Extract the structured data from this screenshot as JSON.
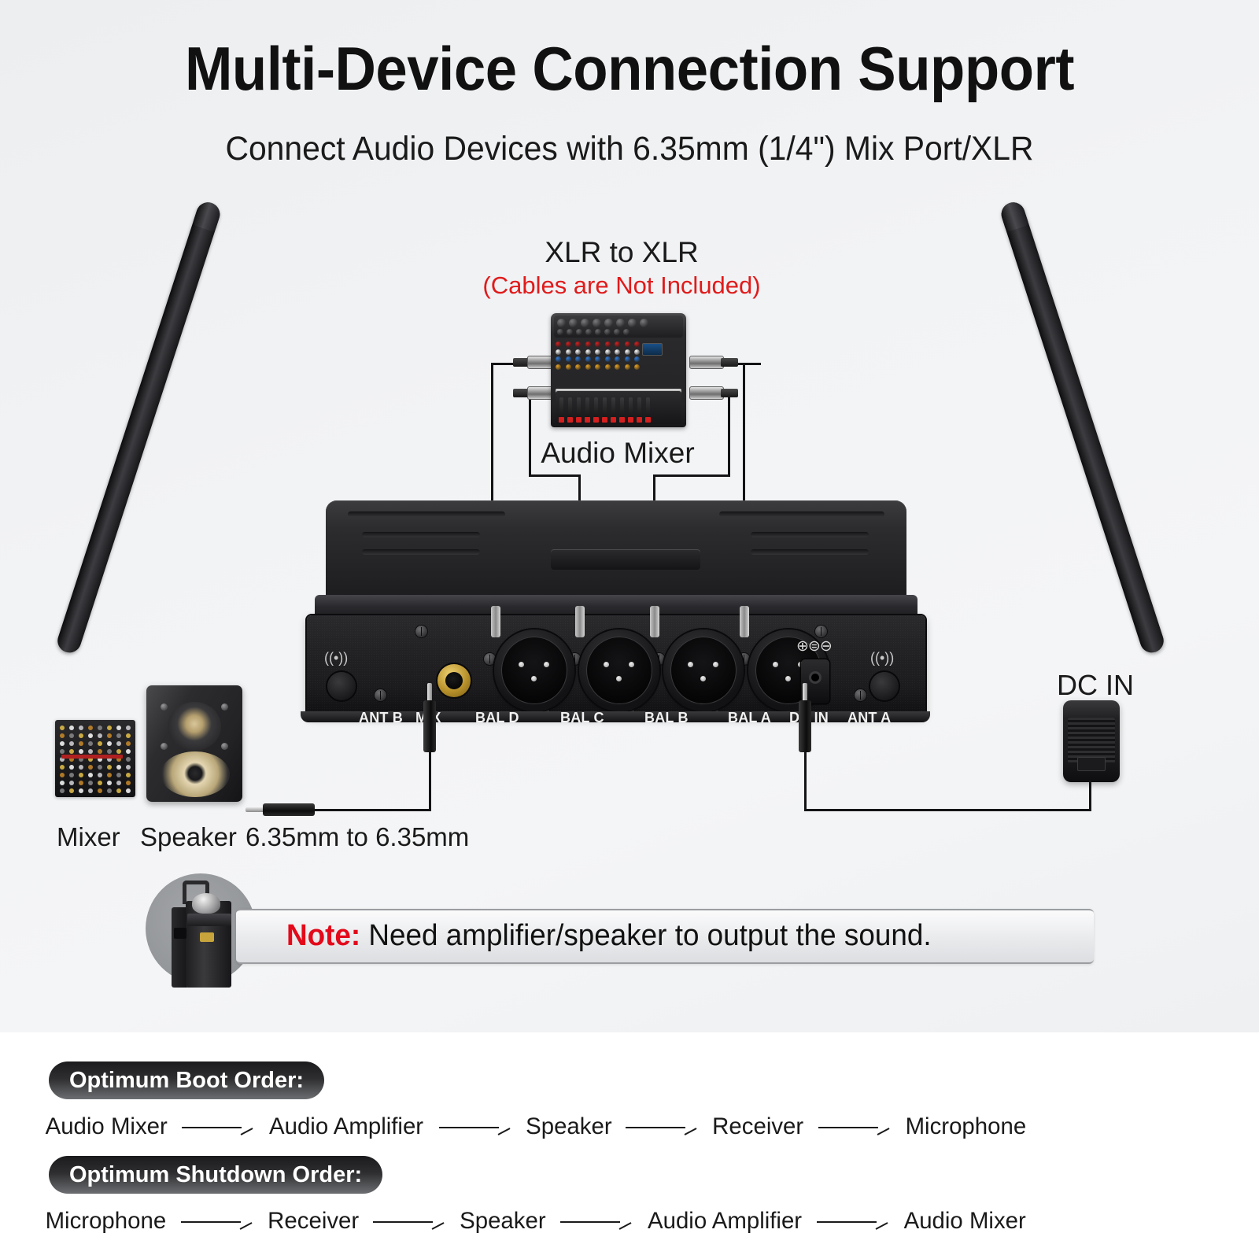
{
  "header": {
    "title": "Multi-Device Connection Support",
    "subtitle": "Connect Audio Devices with 6.35mm (1/4\") Mix Port/XLR"
  },
  "diagram": {
    "xlr_label": "XLR to XLR",
    "xlr_note": "(Cables are Not Included)",
    "xlr_note_color": "#e01b1b",
    "mixer_caption": "Audio Mixer",
    "dc_in_label": "DC IN",
    "cable_caption": "6.35mm to 6.35mm",
    "thumb_mixer_caption": "Mixer",
    "thumb_speaker_caption": "Speaker",
    "receiver_ports": [
      {
        "label": "ANT B",
        "type": "antenna"
      },
      {
        "label": "MIX",
        "type": "quarter-inch"
      },
      {
        "label": "BAL D",
        "type": "xlr"
      },
      {
        "label": "BAL C",
        "type": "xlr"
      },
      {
        "label": "BAL B",
        "type": "xlr"
      },
      {
        "label": "BAL A",
        "type": "xlr"
      },
      {
        "label": "DC IN",
        "type": "dc"
      },
      {
        "label": "ANT A",
        "type": "antenna"
      }
    ]
  },
  "note": {
    "prefix": "Note:",
    "prefix_color": "#e3091a",
    "text": " Need amplifier/speaker to output the sound."
  },
  "orders": {
    "boot": {
      "pill": "Optimum Boot Order:",
      "steps": [
        "Audio Mixer",
        "Audio Amplifier",
        "Speaker",
        "Receiver",
        "Microphone"
      ]
    },
    "shutdown": {
      "pill": "Optimum Shutdown Order:",
      "steps": [
        "Microphone",
        "Receiver",
        "Speaker",
        "Audio Amplifier",
        "Audio Mixer"
      ]
    }
  }
}
